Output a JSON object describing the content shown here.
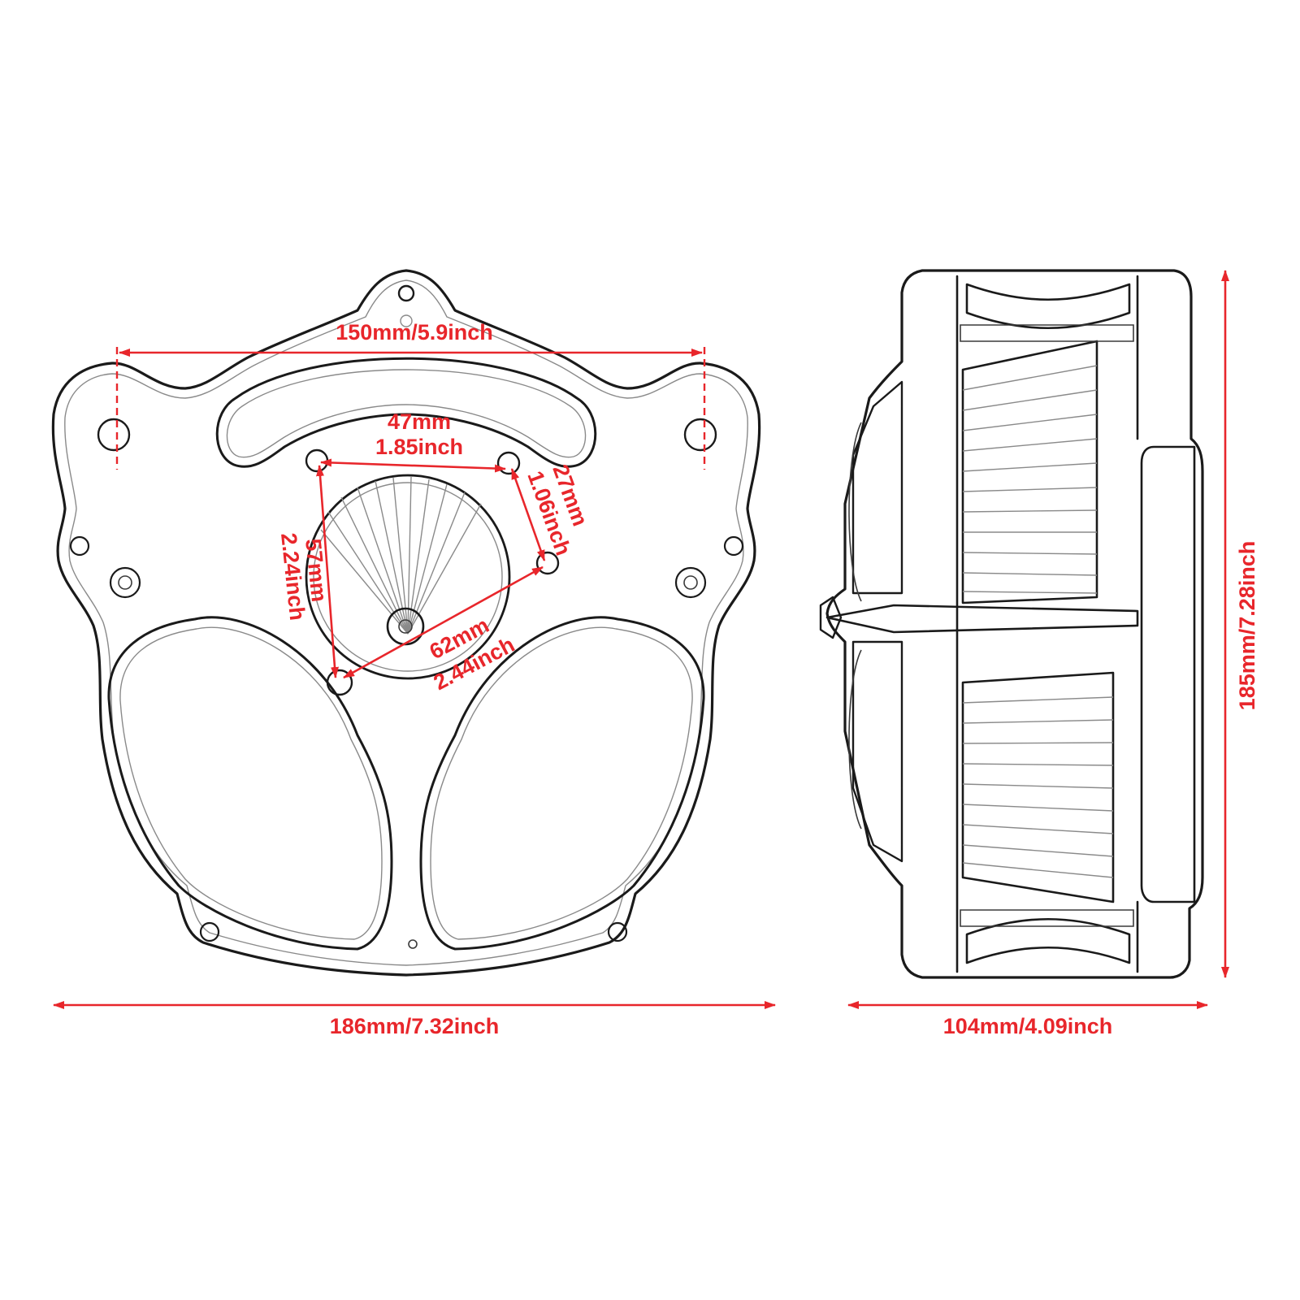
{
  "colors": {
    "dimension": "#e8262b",
    "line_art": "#1a1a1a",
    "background": "#ffffff"
  },
  "front_view": {
    "top_hole_span": "150mm/5.9inch",
    "slot_span_mm": "47mm",
    "slot_span_inch": "1.85inch",
    "right_diag_mm": "27mm",
    "right_diag_inch": "1.06inch",
    "left_vertical_mm": "57mm",
    "left_vertical_inch": "2.24inch",
    "lower_diag_mm": "62mm",
    "lower_diag_inch": "2.44inch",
    "overall_width": "186mm/7.32inch"
  },
  "side_view": {
    "overall_height": "185mm/7.28inch",
    "overall_depth": "104mm/4.09inch"
  }
}
